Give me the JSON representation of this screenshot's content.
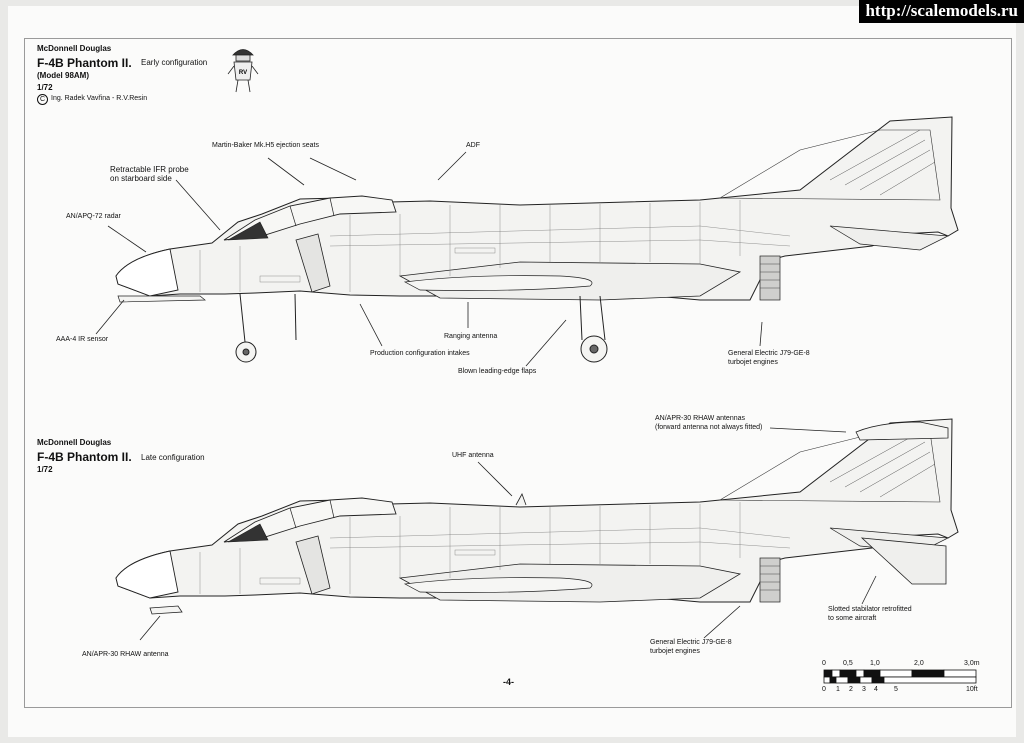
{
  "watermark": "http://scalemodels.ru",
  "sheet1": {
    "maker": "McDonnell Douglas",
    "title": "F-4B Phantom II.",
    "config": "Early configuration",
    "model": "(Model 98AM)",
    "scale": "1/72",
    "copyright_symbol": "C",
    "credit": "Ing. Radek Vavřina - R.V.Resin",
    "callouts": {
      "ejection_seats": "Martin-Baker Mk.H5 ejection seats",
      "adf": "ADF",
      "ifr_probe_line1": "Retractable IFR probe",
      "ifr_probe_line2": "on starboard side",
      "radar": "AN/APQ-72 radar",
      "ir_sensor": "AAA-4 IR sensor",
      "ranging_antenna": "Ranging antenna",
      "intakes": "Production configuration intakes",
      "flaps": "Blown leading-edge flaps",
      "engines_line1": "General Electric J79-GE-8",
      "engines_line2": "turbojet engines"
    }
  },
  "sheet2": {
    "maker": "McDonnell Douglas",
    "title": "F-4B Phantom II.",
    "config": "Late configuration",
    "scale": "1/72",
    "callouts": {
      "rhaw_line1": "AN/APR-30 RHAW antennas",
      "rhaw_line2": "(forward antenna not always fitted)",
      "uhf": "UHF antenna",
      "rhaw_nose": "AN/APR-30 RHAW antenna",
      "engines_line1": "General Electric J79-GE-8",
      "engines_line2": "turbojet engines",
      "stabilator_line1": "Slotted stabilator retrofitted",
      "stabilator_line2": "to some  aircraft"
    }
  },
  "scale_bar": {
    "metric_ticks": [
      "0",
      "0,5",
      "1,0",
      "2,0",
      "3,0m"
    ],
    "imperial_ticks": [
      "0",
      "1",
      "2",
      "3",
      "4",
      "5",
      "10ft"
    ]
  },
  "page_number": "-4-",
  "logo_text": "RV"
}
